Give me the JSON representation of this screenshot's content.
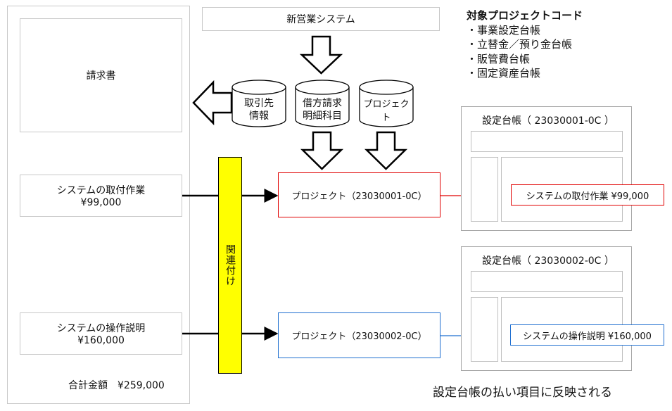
{
  "system_box": "新営業システム",
  "project_code_title": "対象プロジェクトコード",
  "project_code_items": [
    "・事業設定台帳",
    "・立替金／預り金台帳",
    "・販管費台帳",
    "・固定資産台帳"
  ],
  "invoice": {
    "title": "請求書",
    "line1": {
      "name": "システムの取付作業",
      "amount": "¥99,000"
    },
    "line2": {
      "name": "システムの操作説明",
      "amount": "¥160,000"
    },
    "total": "合計金額　¥259,000"
  },
  "cylinders": {
    "c1": {
      "line1": "取引先",
      "line2": "情報"
    },
    "c2": {
      "line1": "借方請求",
      "line2": "明細科目"
    },
    "c3": {
      "line1": "プロジェクト",
      "line2": ""
    }
  },
  "link_bar": "関連付け",
  "projects": {
    "p1": "プロジェクト（23030001-0C）",
    "p2": "プロジェクト（23030002-0C）"
  },
  "ledgers": {
    "l1": {
      "title": "設定台帳（ 23030001-0C ）",
      "item": "システムの取付作業 ¥99,000"
    },
    "l2": {
      "title": "設定台帳（ 23030002-0C ）",
      "item": "システムの操作説明 ¥160,000"
    }
  },
  "caption": "設定台帳の払い項目に反映される",
  "colors": {
    "red": "#e00000",
    "blue": "#1f6fd0",
    "yellow": "#ffff00"
  }
}
